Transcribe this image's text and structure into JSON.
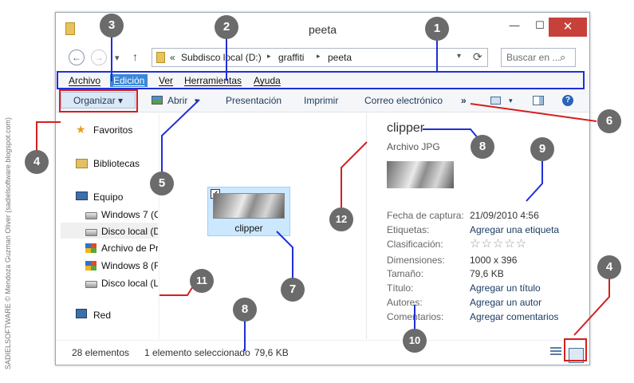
{
  "side_credit": "SADIELSOFTWARE © Mendoza Guzman Oliver (sadielsoftware.blogspot.com)",
  "window": {
    "title": "peeta",
    "min": "—",
    "max": "☐",
    "close": "✕"
  },
  "nav": {
    "back": "←",
    "forward": "→",
    "recent": "▾",
    "up": "↑",
    "path_prefix": "«",
    "path": [
      "Subdisco local (D:)",
      "graffiti",
      "peeta"
    ],
    "refresh": "⟳",
    "search_placeholder": "Buscar en ..."
  },
  "menubar": [
    "Archivo",
    "Edición",
    "Ver",
    "Herramientas",
    "Ayuda"
  ],
  "toolbar": {
    "organize": "Organizar ▾",
    "open": "Abrir",
    "presentation": "Presentación",
    "print": "Imprimir",
    "email": "Correo electrónico",
    "more": "»"
  },
  "navpane": {
    "favorites": "Favoritos",
    "libraries": "Bibliotecas",
    "computer": "Equipo",
    "drives": [
      "Windows 7 (C",
      "Disco local (D",
      "Archivo de Pr",
      "Windows 8 (F",
      "Disco local (L"
    ],
    "network": "Red"
  },
  "file": {
    "name": "clipper",
    "checked": "✓"
  },
  "details": {
    "name": "clipper",
    "type": "Archivo JPG",
    "rows": [
      {
        "label": "Fecha de captura:",
        "value": "21/09/2010 4:56"
      },
      {
        "label": "Etiquetas:",
        "value": "Agregar una etiqueta"
      },
      {
        "label": "Clasificación:",
        "value": "☆☆☆☆☆"
      },
      {
        "label": "Dimensiones:",
        "value": "1000 x 396"
      },
      {
        "label": "Tamaño:",
        "value": "79,6 KB"
      },
      {
        "label": "Título:",
        "value": "Agregar un título"
      },
      {
        "label": "Autores:",
        "value": "Agregar un autor"
      },
      {
        "label": "Comentarios:",
        "value": "Agregar comentarios"
      }
    ]
  },
  "status": {
    "count": "28 elementos",
    "selected": "1 elemento seleccionado",
    "size": "79,6 KB"
  },
  "callouts": [
    "1",
    "2",
    "3",
    "4",
    "5",
    "6",
    "7",
    "8",
    "9",
    "10",
    "11",
    "12",
    "4",
    "8"
  ],
  "colors": {
    "callout_bg": "#6b6b6b",
    "blue_line": "#1f2fd6",
    "red_line": "#d42020",
    "selection": "#cce8ff"
  }
}
